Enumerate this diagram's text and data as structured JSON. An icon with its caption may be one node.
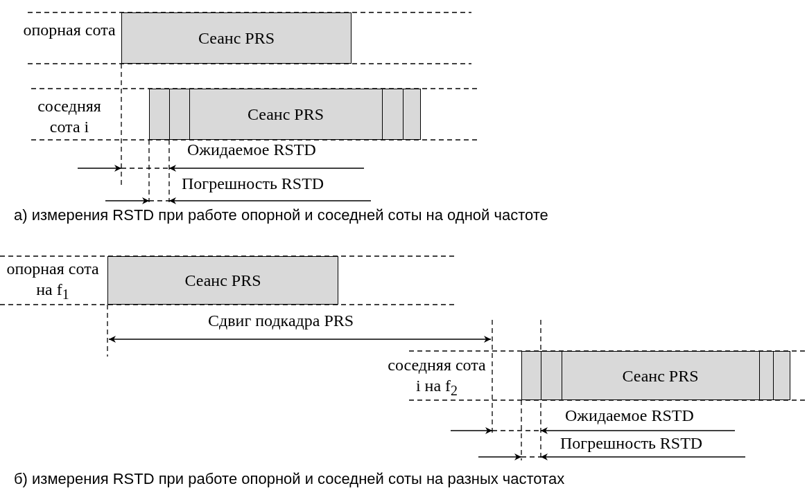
{
  "diagram": {
    "nodes": [
      {
        "text": [
          "Сеанс PRS"
        ]
      },
      {
        "text": [
          "Сеанс PRS"
        ]
      },
      {
        "text": [
          "Сеанс PRS"
        ]
      },
      {
        "text": [
          "Сеанс PRS"
        ]
      }
    ],
    "labels": [
      "опорная сота",
      "соседняя сота i",
      "Ожидаемое RSTD",
      "Погрешность RSTD",
      "а) измерения RSTD при работе опорной и соседней соты на одной частоте",
      "опорная сота на f$_{1}$",
      "Сдвиг подкадра PRS",
      "соседняя сота i на f$_{2}$",
      "Ожидаемое RSTD",
      "Погрешность RSTD",
      "б) измерения RSTD при работе опорной и соседней соты на разных частотах"
    ]
  }
}
